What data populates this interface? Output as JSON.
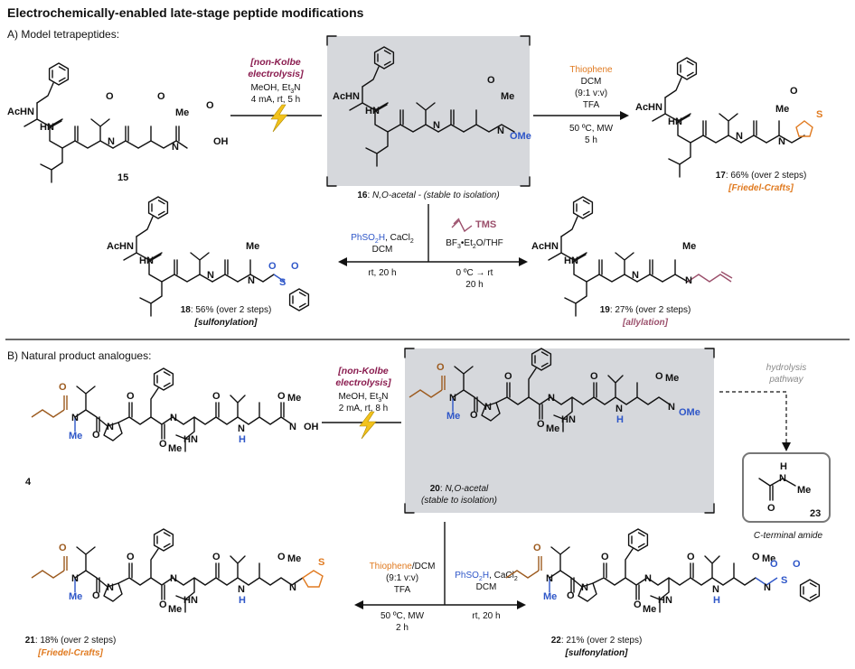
{
  "colors": {
    "purple": "#8a1c4f",
    "orange": "#e07a20",
    "blue": "#2e56c8",
    "brown": "#9c5a1e",
    "mauve": "#9b4f6b",
    "gray_box": "#d6d8dc",
    "hydro_gray": "#8a8a8a"
  },
  "title": "Electrochemically-enabled late-stage peptide modifications",
  "section_a": "A) Model tetrapeptides:",
  "section_b": "B) Natural product analogues:",
  "atoms": {
    "AcHN": "AcHN",
    "HN": "HN",
    "H": "H",
    "N": "N",
    "O": "O",
    "OH": "OH",
    "Me": "Me",
    "OMe": "OMe",
    "S": "S",
    "TMS": "TMS"
  },
  "a": {
    "cond1": {
      "l1": "[non-Kolbe",
      "l2": "electrolysis]",
      "l3": "MeOH, Et",
      "l3sub": "3",
      "l3b": "N",
      "l4": "4 mA, rt, 5 h"
    },
    "cmpd15": "15",
    "cmpd16": {
      "num": "16",
      "sep": ": ",
      "name": "N,O",
      "rest": "-acetal - (stable to isolation)"
    },
    "cond_thio": {
      "l1": "Thiophene",
      "l2": "DCM",
      "l3": "(9:1 v:v)",
      "l4": "TFA",
      "l5": "50 ºC, MW",
      "l6": "5 h"
    },
    "cmpd17": {
      "num": "17",
      "rest": ": 66% (over 2 steps)",
      "tag": "[Friedel-Crafts]"
    },
    "cond_sulf": {
      "l1a": "PhSO",
      "l1sub": "2",
      "l1b": "H",
      "l1c": ", CaCl",
      "l1sub2": "2",
      "l2": "DCM",
      "l3": "rt, 20 h"
    },
    "cond_allyl": {
      "l1a": "BF",
      "l1sub": "3",
      "l1b": "•Et",
      "l1sub2": "2",
      "l1c": "O/THF",
      "l2": "0 ºC → rt",
      "l3": "20 h"
    },
    "cmpd18": {
      "num": "18",
      "rest": ": 56% (over 2 steps)",
      "tag": "[sulfonylation]"
    },
    "cmpd19": {
      "num": "19",
      "rest": ": 27% (over 2 steps)",
      "tag": "[allylation]"
    }
  },
  "b": {
    "cond1": {
      "l1": "[non-Kolbe",
      "l2": "electrolysis]",
      "l3": "MeOH, Et",
      "l3sub": "3",
      "l3b": "N",
      "l4": "2 mA, rt, 8 h"
    },
    "cmpd4": "4",
    "cmpd20": {
      "num": "20",
      "sep": ": ",
      "name": "N,O",
      "rest": "-acetal",
      "l2": "(stable to isolation)"
    },
    "hydro": {
      "l1": "hydrolysis",
      "l2": "pathway"
    },
    "cmpd23": "23",
    "c_terminal": "C-terminal amide",
    "cond_thio": {
      "l1a": "Thiophene",
      "l1b": "/DCM",
      "l2": "(9:1 v:v)",
      "l3": "TFA",
      "l4": "50 ºC, MW",
      "l5": "2 h"
    },
    "cond_sulf": {
      "l1a": "PhSO",
      "l1sub": "2",
      "l1b": "H",
      "l1c": ", CaCl",
      "l1sub2": "2",
      "l2": "DCM",
      "l3": "rt, 20 h"
    },
    "cmpd21": {
      "num": "21",
      "rest": ": 18% (over 2 steps)",
      "tag": "[Friedel-Crafts]"
    },
    "cmpd22": {
      "num": "22",
      "rest": ": 21% (over 2 steps)",
      "tag": "[sulfonylation]"
    }
  }
}
